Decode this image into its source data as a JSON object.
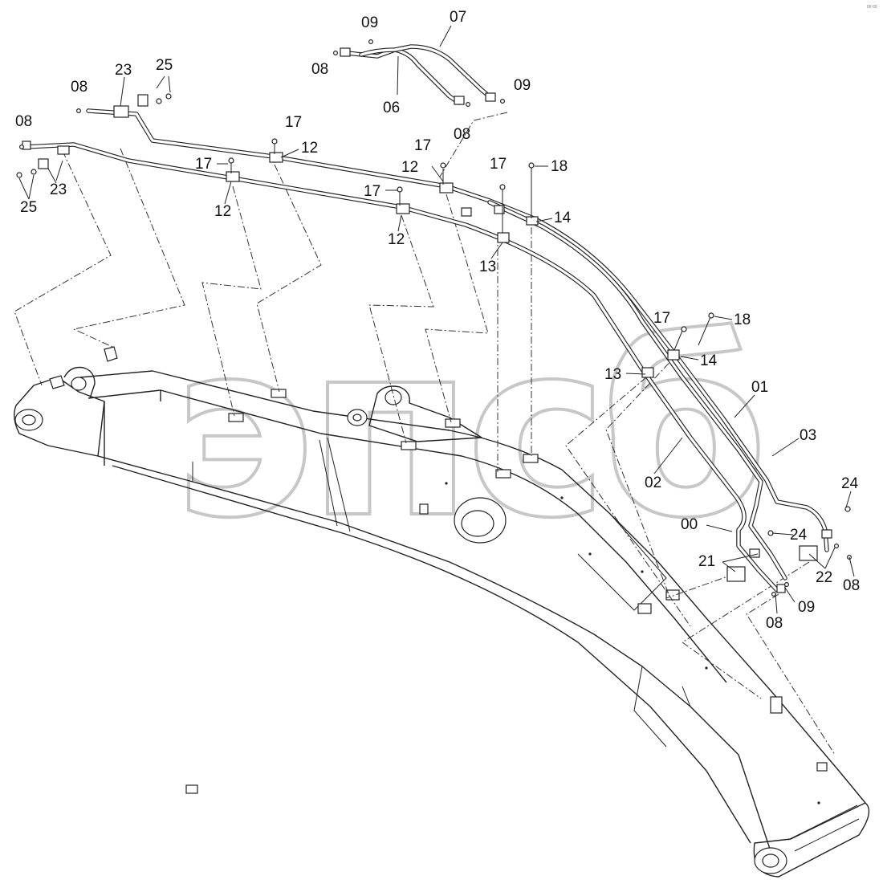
{
  "watermark": "эпсб",
  "corner_mark": "00 00",
  "callouts": [
    {
      "id": "c07",
      "label": "07"
    },
    {
      "id": "c09a",
      "label": "09"
    },
    {
      "id": "c08a",
      "label": "08"
    },
    {
      "id": "c06",
      "label": "06"
    },
    {
      "id": "c09b",
      "label": "09"
    },
    {
      "id": "c08b",
      "label": "08"
    },
    {
      "id": "c23a",
      "label": "23"
    },
    {
      "id": "c25a",
      "label": "25"
    },
    {
      "id": "c08c",
      "label": "08"
    },
    {
      "id": "c08d",
      "label": "08"
    },
    {
      "id": "c23b",
      "label": "23"
    },
    {
      "id": "c25b",
      "label": "25"
    },
    {
      "id": "c17a",
      "label": "17"
    },
    {
      "id": "c12a",
      "label": "12"
    },
    {
      "id": "c17b",
      "label": "17"
    },
    {
      "id": "c12b",
      "label": "12"
    },
    {
      "id": "c17c",
      "label": "17"
    },
    {
      "id": "c12c",
      "label": "12"
    },
    {
      "id": "c17d",
      "label": "17"
    },
    {
      "id": "c12d",
      "label": "12"
    },
    {
      "id": "c17e",
      "label": "17"
    },
    {
      "id": "c18a",
      "label": "18"
    },
    {
      "id": "c14a",
      "label": "14"
    },
    {
      "id": "c13a",
      "label": "13"
    },
    {
      "id": "c17f",
      "label": "17"
    },
    {
      "id": "c18b",
      "label": "18"
    },
    {
      "id": "c14b",
      "label": "14"
    },
    {
      "id": "c13b",
      "label": "13"
    },
    {
      "id": "c01",
      "label": "01"
    },
    {
      "id": "c03",
      "label": "03"
    },
    {
      "id": "c02",
      "label": "02"
    },
    {
      "id": "c24a",
      "label": "24"
    },
    {
      "id": "c00",
      "label": "00"
    },
    {
      "id": "c24b",
      "label": "24"
    },
    {
      "id": "c21",
      "label": "21"
    },
    {
      "id": "c22",
      "label": "22"
    },
    {
      "id": "c08e",
      "label": "08"
    },
    {
      "id": "c09c",
      "label": "09"
    },
    {
      "id": "c08f",
      "label": "08"
    }
  ]
}
